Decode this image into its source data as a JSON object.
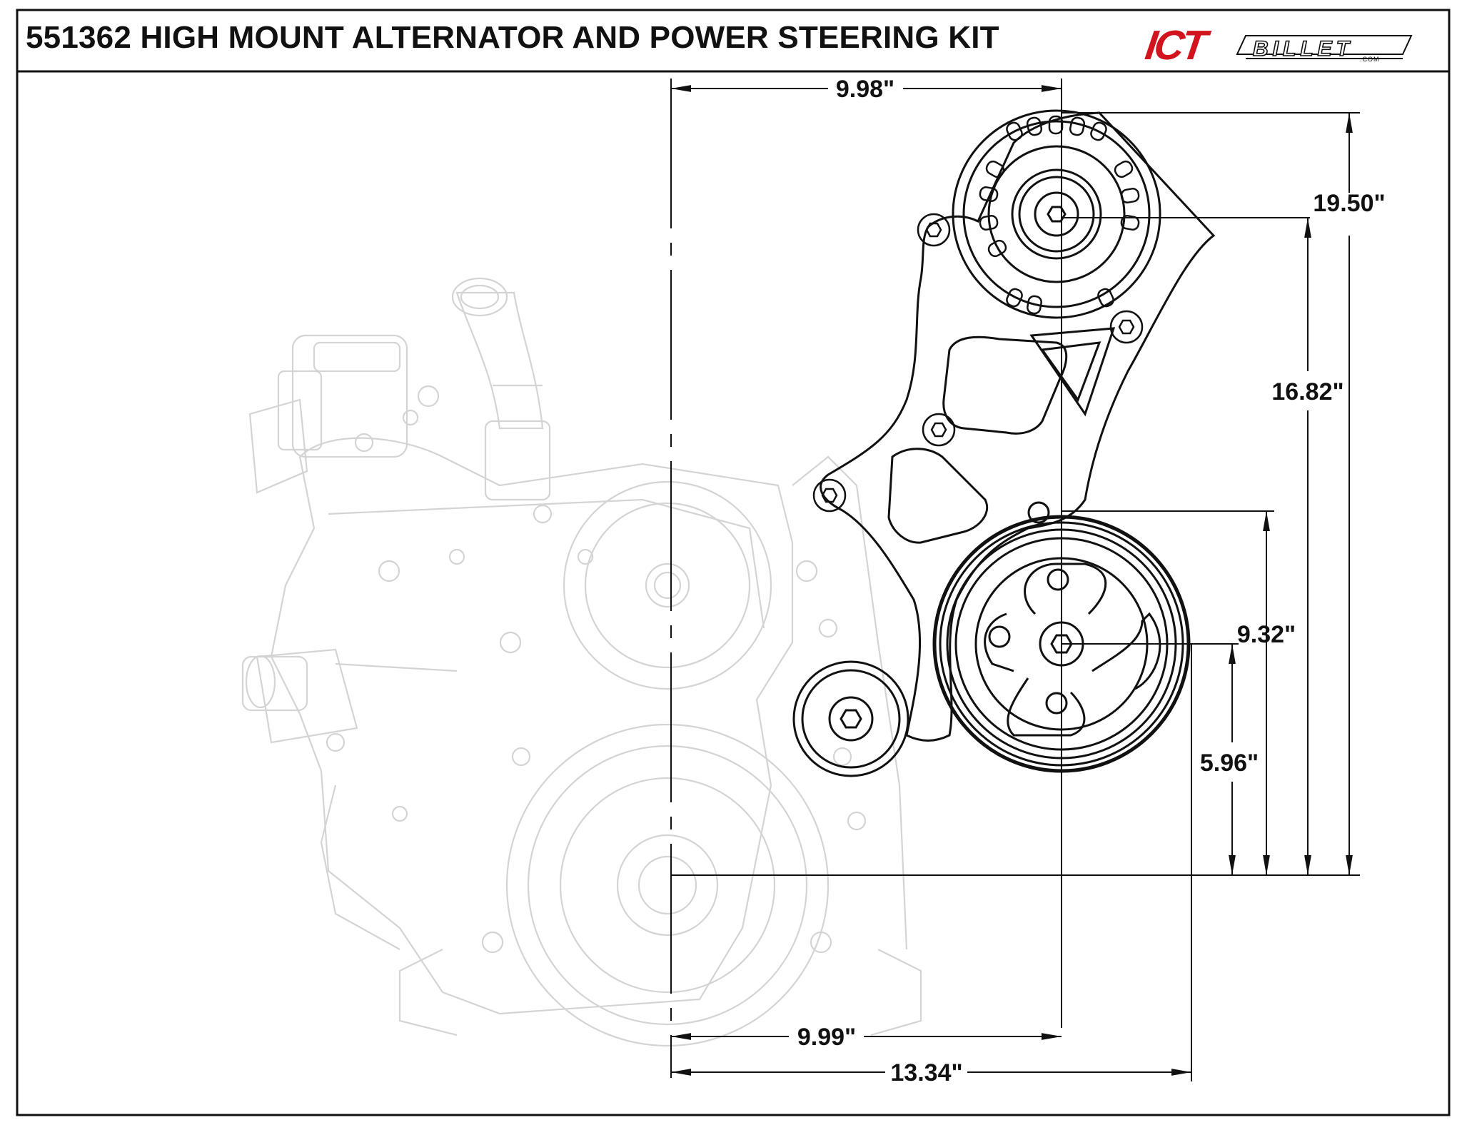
{
  "title": "551362 HIGH MOUNT ALTERNATOR AND POWER STEERING KIT",
  "logo": {
    "brand_main": "ICT",
    "brand_sub": "BILLET",
    "domain": ".COM",
    "accent_color": "#d2141e"
  },
  "dimensions": {
    "top_width": "9.98\"",
    "overall_height": "19.50\"",
    "alternator_height": "16.82\"",
    "ps_pulley_height": "9.32\"",
    "idler_height": "5.96\"",
    "bottom_width_1": "9.99\"",
    "bottom_width_2": "13.34\""
  }
}
